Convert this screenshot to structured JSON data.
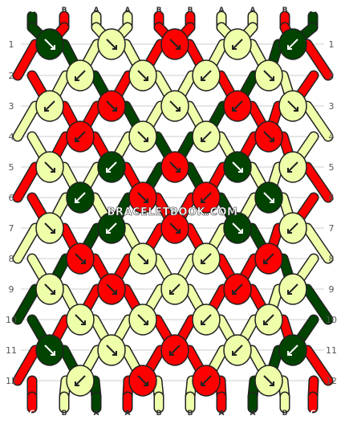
{
  "colors": {
    "A": "#eeffaa",
    "B": "#ff0000",
    "C": "#004400",
    "outline": "#222222",
    "arrow_on_light": "#222222",
    "arrow_on_dark": "#ffffff",
    "row_line": "#cccccc"
  },
  "strands_top": [
    "C",
    "B",
    "A",
    "A",
    "B",
    "B",
    "A",
    "A",
    "B",
    "C"
  ],
  "strands_bottom": [
    "C",
    "B",
    "A",
    "A",
    "B",
    "B",
    "A",
    "A",
    "B",
    "C"
  ],
  "row_numbers": [
    "1",
    "2",
    "3",
    "4",
    "5",
    "6",
    "7",
    "8",
    "9",
    "10",
    "11",
    "12"
  ],
  "watermark": "BRACELETBOOK.COM",
  "knot_rows": [
    [
      {
        "c": "C",
        "d": "se"
      },
      {
        "c": "A",
        "d": "se"
      },
      {
        "c": "B",
        "d": "se"
      },
      {
        "c": "A",
        "d": "sw"
      },
      {
        "c": "C",
        "d": "sw"
      }
    ],
    [
      {
        "c": "A",
        "d": "sw"
      },
      {
        "c": "A",
        "d": "se"
      },
      {
        "c": "A",
        "d": "sw"
      },
      {
        "c": "A",
        "d": "se"
      }
    ],
    [
      {
        "c": "A",
        "d": "sw"
      },
      {
        "c": "B",
        "d": "se"
      },
      {
        "c": "A",
        "d": "se"
      },
      {
        "c": "B",
        "d": "sw"
      },
      {
        "c": "A",
        "d": "se"
      }
    ],
    [
      {
        "c": "B",
        "d": "sw"
      },
      {
        "c": "A",
        "d": "se"
      },
      {
        "c": "A",
        "d": "sw"
      },
      {
        "c": "B",
        "d": "se"
      }
    ],
    [
      {
        "c": "A",
        "d": "se"
      },
      {
        "c": "C",
        "d": "sw"
      },
      {
        "c": "B",
        "d": "se"
      },
      {
        "c": "C",
        "d": "se"
      },
      {
        "c": "A",
        "d": "sw"
      }
    ],
    [
      {
        "c": "C",
        "d": "sw"
      },
      {
        "c": "B",
        "d": "se"
      },
      {
        "c": "B",
        "d": "sw"
      },
      {
        "c": "C",
        "d": "se"
      }
    ],
    [
      {
        "c": "A",
        "d": "se"
      },
      {
        "c": "C",
        "d": "sw"
      },
      {
        "c": "B",
        "d": "se"
      },
      {
        "c": "C",
        "d": "se"
      },
      {
        "c": "A",
        "d": "sw"
      }
    ],
    [
      {
        "c": "B",
        "d": "se"
      },
      {
        "c": "A",
        "d": "se"
      },
      {
        "c": "A",
        "d": "sw"
      },
      {
        "c": "B",
        "d": "sw"
      }
    ],
    [
      {
        "c": "A",
        "d": "se"
      },
      {
        "c": "B",
        "d": "se"
      },
      {
        "c": "A",
        "d": "sw"
      },
      {
        "c": "B",
        "d": "sw"
      },
      {
        "c": "A",
        "d": "sw"
      }
    ],
    [
      {
        "c": "A",
        "d": "se"
      },
      {
        "c": "A",
        "d": "se"
      },
      {
        "c": "A",
        "d": "sw"
      },
      {
        "c": "A",
        "d": "sw"
      }
    ],
    [
      {
        "c": "C",
        "d": "se"
      },
      {
        "c": "A",
        "d": "se"
      },
      {
        "c": "B",
        "d": "sw"
      },
      {
        "c": "A",
        "d": "sw"
      },
      {
        "c": "C",
        "d": "sw"
      }
    ],
    [
      {
        "c": "A",
        "d": "sw"
      },
      {
        "c": "B",
        "d": "se"
      },
      {
        "c": "B",
        "d": "sw"
      },
      {
        "c": "A",
        "d": "se"
      }
    ]
  ]
}
